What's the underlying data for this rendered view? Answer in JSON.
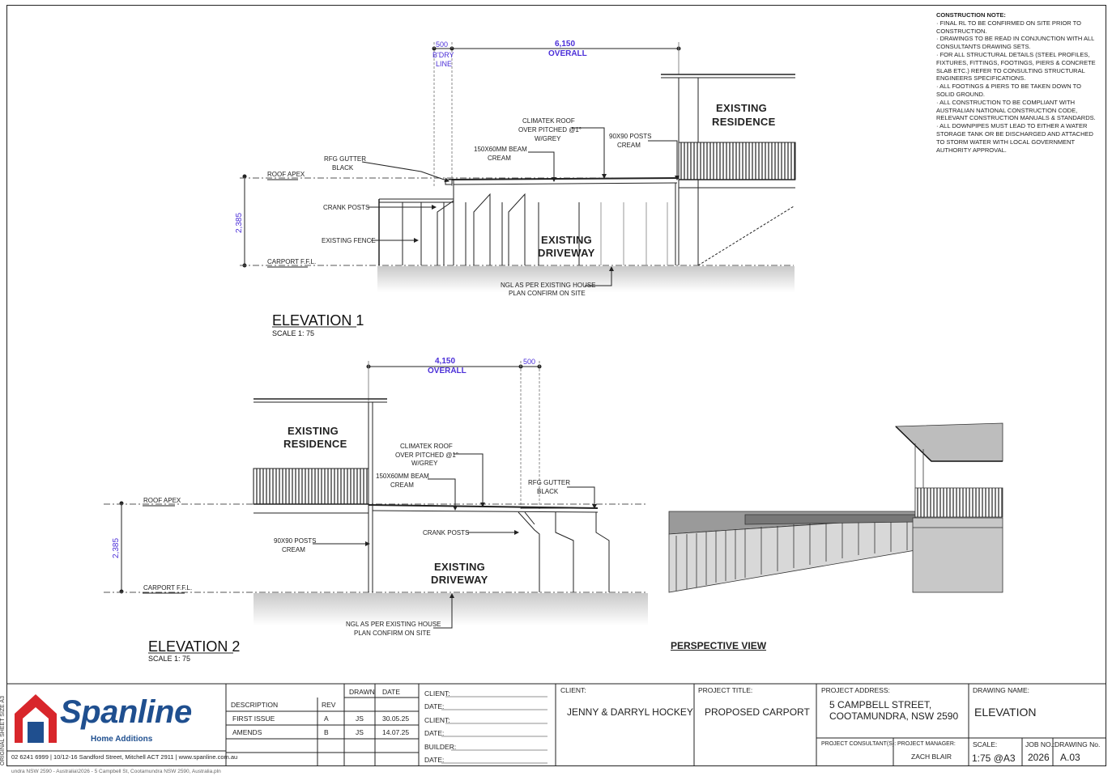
{
  "notes": {
    "heading": "CONSTRUCTION NOTE:",
    "items": [
      "· FINAL RL TO BE CONFIRMED ON SITE PRIOR TO CONSTRUCTION.",
      "· DRAWINGS TO BE READ IN CONJUNCTION WITH ALL CONSULTANTS DRAWING SETS.",
      "· FOR ALL STRUCTURAL DETAILS (STEEL PROFILES, FIXTURES, FITTINGS, FOOTINGS, PIERS & CONCRETE SLAB ETC.) REFER TO CONSULTING STRUCTURAL ENGINEERS SPECIFICATIONS.",
      "· ALL FOOTINGS & PIERS TO BE TAKEN DOWN TO SOLID GROUND.",
      "· ALL CONSTRUCTION TO BE COMPLIANT WITH AUSTRALIAN NATIONAL CONSTRUCTION CODE, RELEVANT CONSTRUCTION MANUALS & STANDARDS.",
      "· ALL DOWNPIPES MUST LEAD TO EITHER A WATER STORAGE TANK OR BE DISCHARGED AND ATTACHED TO STORM WATER WITH LOCAL GOVERNMENT AUTHORITY APPROVAL."
    ]
  },
  "elev1": {
    "title": "ELEVATION 1",
    "scale": "SCALE 1: 75",
    "dim_500": "500",
    "dim_bdry1": "B'DRY",
    "dim_bdry2": "LINE",
    "dim_overall": "6,150",
    "dim_overall_label": "OVERALL",
    "dim_height": "2,385",
    "existing_residence_1": "EXISTING",
    "existing_residence_2": "RESIDENCE",
    "driveway_1": "EXISTING",
    "driveway_2": "DRIVEWAY",
    "climatek_1": "CLIMATEK ROOF",
    "climatek_2": "OVER PITCHED @1°",
    "climatek_3": "W/GREY",
    "posts_1": "90x90 POSTS",
    "posts_2": "CREAM",
    "beam_1": "150x60mm BEAM",
    "beam_2": "CREAM",
    "gutter_1": "RFG GUTTER",
    "gutter_2": "BLACK",
    "roof_apex": "ROOF APEX",
    "crank_posts": "CRANK POSTS",
    "existing_fence": "EXISTING FENCE",
    "carport_ffl": "CARPORT F.F.L.",
    "ngl_1": "NGL AS PER EXISTING HOUSE",
    "ngl_2": "PLAN CONFIRM ON SITE"
  },
  "elev2": {
    "title": "ELEVATION 2",
    "scale": "SCALE 1: 75",
    "dim_overall": "4,150",
    "dim_overall_label": "OVERALL",
    "dim_500": "500",
    "dim_height": "2,385",
    "existing_residence_1": "EXISTING",
    "existing_residence_2": "RESIDENCE",
    "driveway_1": "EXISTING",
    "driveway_2": "DRIVEWAY",
    "climatek_1": "CLIMATEK ROOF",
    "climatek_2": "OVER PITCHED @1°",
    "climatek_3": "W/GREY",
    "beam_1": "150x60mm BEAM",
    "beam_2": "CREAM",
    "gutter_1": "RFG GUTTER",
    "gutter_2": "BLACK",
    "roof_apex": "ROOF APEX",
    "posts_1": "90x90 POSTS",
    "posts_2": "CREAM",
    "crank_posts": "CRANK POSTS",
    "carport_ffl": "CARPORT F.F.L.",
    "ngl_1": "NGL AS PER EXISTING HOUSE",
    "ngl_2": "PLAN CONFIRM ON SITE"
  },
  "perspective": {
    "title": "PERSPECTIVE VIEW"
  },
  "titleblock": {
    "brand": "Spanline",
    "brand_sub": "Home Additions",
    "contact": "02 6241 6999 | 10/12-16 Sandford Street, Mitchell ACT 2911 | www.spanline.com.au",
    "side_text": "ORIGINAL SHEET SIZE A3",
    "footer_path": "undra NSW 2590 - Australia\\2026 - 5 Campbell St, Cootamundra NSW 2590, Australia.pln",
    "rev_headers": {
      "description": "DESCRIPTION",
      "rev": "REV",
      "drawn": "DRAWN",
      "date": "DATE"
    },
    "revisions": [
      {
        "description": "FIRST ISSUE",
        "rev": "A",
        "drawn": "JS",
        "date": "30.05.25"
      },
      {
        "description": "AMENDS",
        "rev": "B",
        "drawn": "JS",
        "date": "14.07.25"
      }
    ],
    "signoffs": [
      "CLIENT:",
      "DATE:",
      "CLIENT:",
      "DATE:",
      "BUILDER:",
      "DATE:"
    ],
    "client_label": "CLIENT:",
    "client": "JENNY & DARRYL HOCKEY",
    "project_title_label": "PROJECT TITLE:",
    "project_title": "PROPOSED CARPORT",
    "address_label": "PROJECT ADDRESS:",
    "address_1": "5 CAMPBELL STREET,",
    "address_2": "COOTAMUNDRA, NSW 2590",
    "consultant_label": "PROJECT CONSULTANT(S):",
    "manager_label": "PROJECT MANAGER:",
    "manager": "ZACH BLAIR",
    "drawing_name_label": "DRAWING NAME:",
    "drawing_name": "ELEVATION",
    "scale_label": "SCALE:",
    "scale": "1:75 @A3",
    "job_label": "JOB NO.:",
    "job": "2026",
    "drawing_no_label": "DRAWING No.",
    "drawing_no": "A.03"
  },
  "colors": {
    "dimension": "#4b2fd8",
    "brand_red": "#d8262b",
    "brand_blue": "#1f4f8f"
  }
}
